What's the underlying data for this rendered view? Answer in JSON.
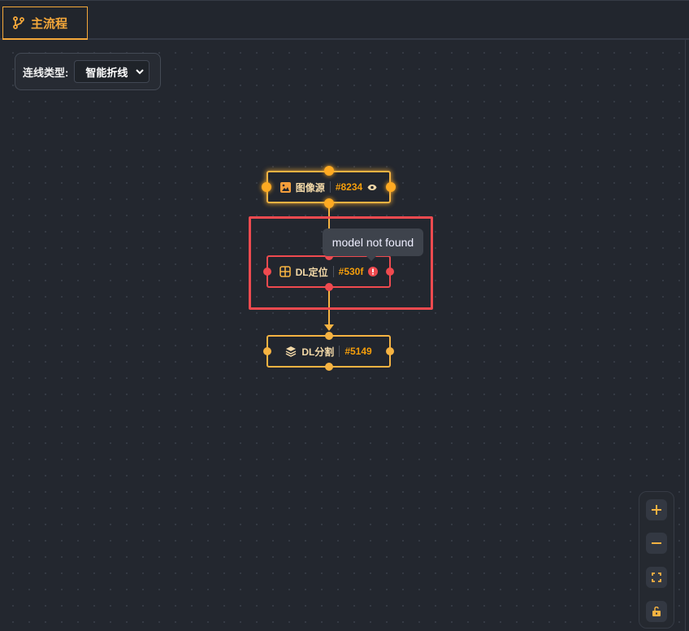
{
  "tab": {
    "label": "主流程",
    "icon": "branch-icon"
  },
  "toolbar": {
    "edge_type_label": "连线类型:",
    "edge_type_value": "智能折线"
  },
  "nodes": [
    {
      "label": "图像源",
      "id": "#8234",
      "icon": "image-icon",
      "status": "eye-icon"
    },
    {
      "label": "DL定位",
      "id": "#530f",
      "icon": "grid-icon",
      "status": "error-icon"
    },
    {
      "label": "DL分割",
      "id": "#5149",
      "icon": "layers-icon"
    }
  ],
  "tooltip": "model not found",
  "controls": [
    "zoom-in",
    "zoom-out",
    "fit-view",
    "lock"
  ],
  "colors": {
    "accent": "#f5b342",
    "error": "#ef4a4f",
    "background": "#23272f"
  }
}
